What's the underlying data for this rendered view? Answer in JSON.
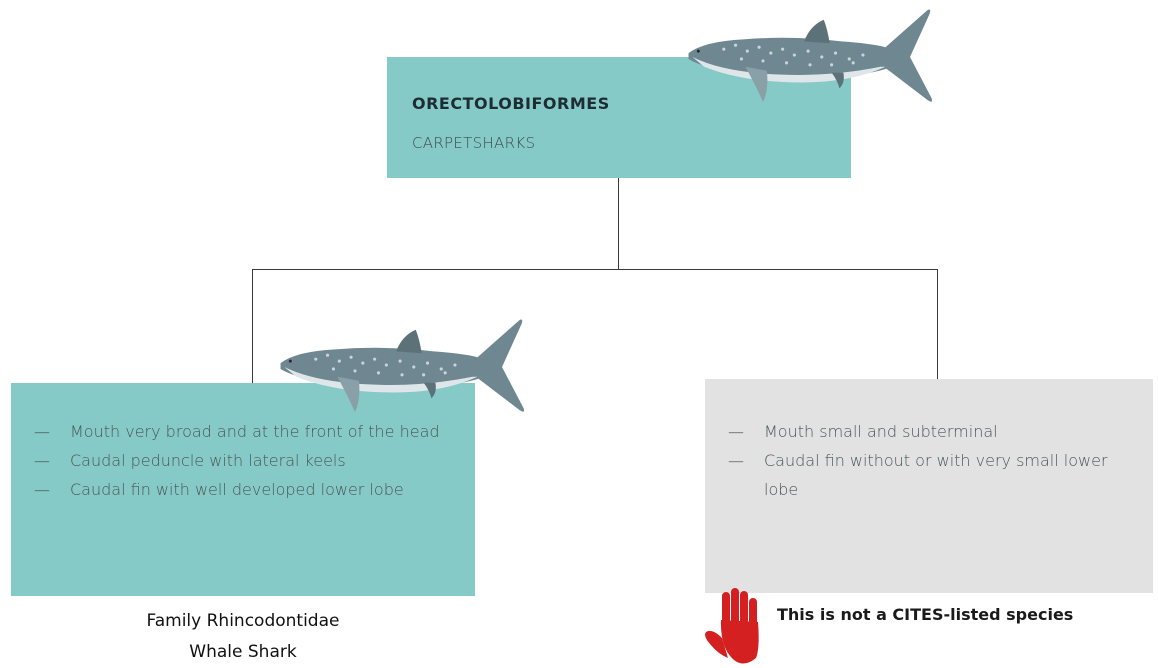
{
  "top": {
    "title": "ORECTOLOBIFORMES",
    "subtitle": "CARPETSHARKS"
  },
  "left": {
    "traits": [
      "Mouth very broad and at the front of the head",
      "Caudal peduncle with lateral keels",
      "Caudal fin with well developed lower lobe"
    ],
    "family": "Family Rhincodontidae",
    "species": "Whale Shark"
  },
  "right": {
    "traits": [
      "Mouth small and subterminal",
      "Caudal fin without or with very small lower lobe"
    ]
  },
  "cites_note": "This is not a CITES-listed species",
  "bullet": "—",
  "icons": {
    "shark": "whale-shark-icon",
    "hand": "stop-hand-icon"
  },
  "colors": {
    "teal_box": "#86cac7",
    "grey_box": "#e2e2e2",
    "hand_red": "#d42020"
  }
}
